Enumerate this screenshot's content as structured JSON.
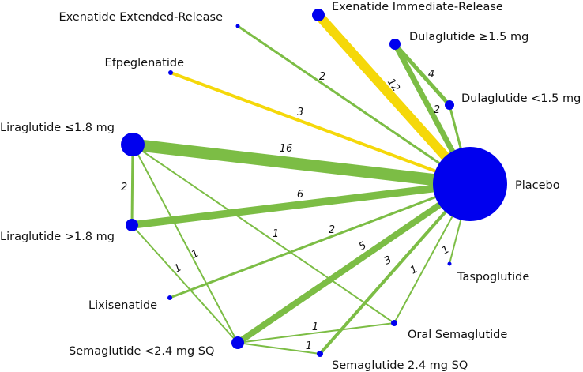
{
  "network": {
    "colors": {
      "node": "#0000ee",
      "edge_green": "#7cbd45",
      "edge_yellow": "#f5d80a"
    },
    "nodes": [
      {
        "id": "exenatide-er",
        "label": "Exenatide Extended-Release"
      },
      {
        "id": "exenatide-ir",
        "label": "Exenatide Immediate-Release"
      },
      {
        "id": "dulaglutide-ge15",
        "label": "Dulaglutide ≥1.5 mg"
      },
      {
        "id": "dulaglutide-lt15",
        "label": "Dulaglutide <1.5 mg"
      },
      {
        "id": "efpeglenatide",
        "label": "Efpeglenatide"
      },
      {
        "id": "liraglutide-le18",
        "label": "Liraglutide ≤1.8 mg"
      },
      {
        "id": "placebo",
        "label": "Placebo"
      },
      {
        "id": "liraglutide-gt18",
        "label": "Liraglutide >1.8 mg"
      },
      {
        "id": "taspoglutide",
        "label": "Taspoglutide"
      },
      {
        "id": "lixisenatide",
        "label": "Lixisenatide"
      },
      {
        "id": "oral-semaglutide",
        "label": "Oral Semaglutide"
      },
      {
        "id": "semaglutide-lt24",
        "label": "Semaglutide <2.4 mg SQ"
      },
      {
        "id": "semaglutide-24",
        "label": "Semaglutide 2.4 mg SQ"
      }
    ],
    "edges": [
      {
        "from": "placebo",
        "to": "exenatide-ir",
        "trials": 12,
        "color": "yellow"
      },
      {
        "from": "placebo",
        "to": "efpeglenatide",
        "trials": 3,
        "color": "yellow"
      },
      {
        "from": "placebo",
        "to": "exenatide-er",
        "trials": 2,
        "color": "green"
      },
      {
        "from": "placebo",
        "to": "dulaglutide-ge15",
        "trials": null,
        "color": "green"
      },
      {
        "from": "placebo",
        "to": "dulaglutide-lt15",
        "trials": 2,
        "color": "green"
      },
      {
        "from": "dulaglutide-ge15",
        "to": "dulaglutide-lt15",
        "trials": 4,
        "color": "green"
      },
      {
        "from": "placebo",
        "to": "liraglutide-le18",
        "trials": 16,
        "color": "green"
      },
      {
        "from": "placebo",
        "to": "liraglutide-gt18",
        "trials": 6,
        "color": "green"
      },
      {
        "from": "placebo",
        "to": "lixisenatide",
        "trials": 2,
        "color": "green"
      },
      {
        "from": "placebo",
        "to": "semaglutide-lt24",
        "trials": 5,
        "color": "green"
      },
      {
        "from": "placebo",
        "to": "semaglutide-24",
        "trials": 3,
        "color": "green"
      },
      {
        "from": "placebo",
        "to": "oral-semaglutide",
        "trials": 1,
        "color": "green"
      },
      {
        "from": "placebo",
        "to": "taspoglutide",
        "trials": 1,
        "color": "green"
      },
      {
        "from": "liraglutide-le18",
        "to": "liraglutide-gt18",
        "trials": 2,
        "color": "green"
      },
      {
        "from": "liraglutide-le18",
        "to": "oral-semaglutide",
        "trials": 1,
        "color": "green"
      },
      {
        "from": "liraglutide-le18",
        "to": "semaglutide-lt24",
        "trials": 1,
        "color": "green"
      },
      {
        "from": "liraglutide-gt18",
        "to": "semaglutide-lt24",
        "trials": 1,
        "color": "green"
      },
      {
        "from": "semaglutide-lt24",
        "to": "oral-semaglutide",
        "trials": 1,
        "color": "green"
      },
      {
        "from": "semaglutide-lt24",
        "to": "semaglutide-24",
        "trials": 1,
        "color": "green"
      }
    ]
  }
}
